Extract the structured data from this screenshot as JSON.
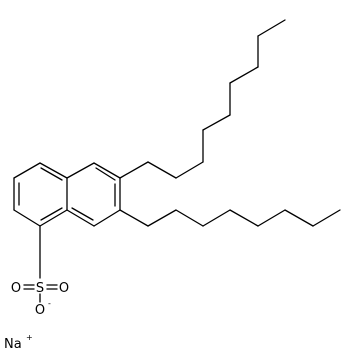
{
  "molecule": {
    "bond_color": "#000000",
    "background": "#ffffff",
    "atoms": {
      "s": "S",
      "o_left": "O",
      "o_right": "O",
      "o_bottom": "O",
      "o_bottom_charge": "-",
      "na": "Na",
      "na_charge": "+"
    }
  }
}
